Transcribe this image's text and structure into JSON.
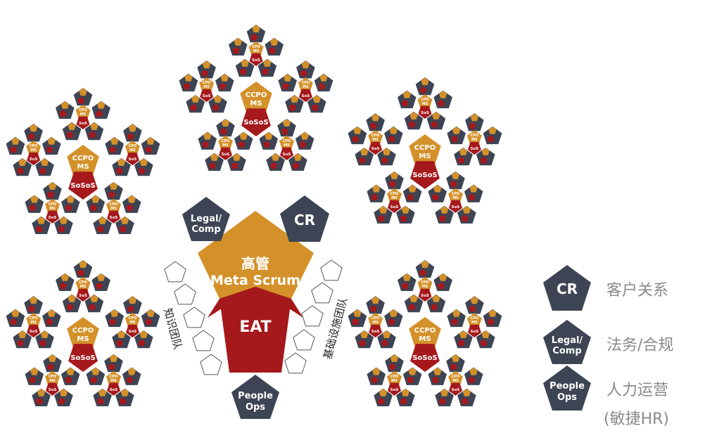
{
  "colors": {
    "navy": "#3d4454",
    "orange": "#d4912a",
    "red": "#a5181c",
    "outline": "#555555",
    "legend_text": "#8a8a8a"
  },
  "center": {
    "top_cn": "高管",
    "top_en": "Meta Scrum",
    "bottom": "EAT",
    "left_label": "Legal/\nComp",
    "right_label": "CR",
    "bottom_label": "People\nOps",
    "left_side_text": "知识团队",
    "right_side_text": "基础设施团队"
  },
  "cluster": {
    "top": "CCPO\nMS",
    "bottom": "SoSoS"
  },
  "sub": {
    "top": "CPO\nMS",
    "bottom": "SoS"
  },
  "legend": [
    {
      "label": "CR",
      "text": "客户关系"
    },
    {
      "label": "Legal/\nComp",
      "text": "法务/合规"
    },
    {
      "label": "People\nOps",
      "text": "人力运营",
      "text2": "(敏捷HR)"
    }
  ]
}
